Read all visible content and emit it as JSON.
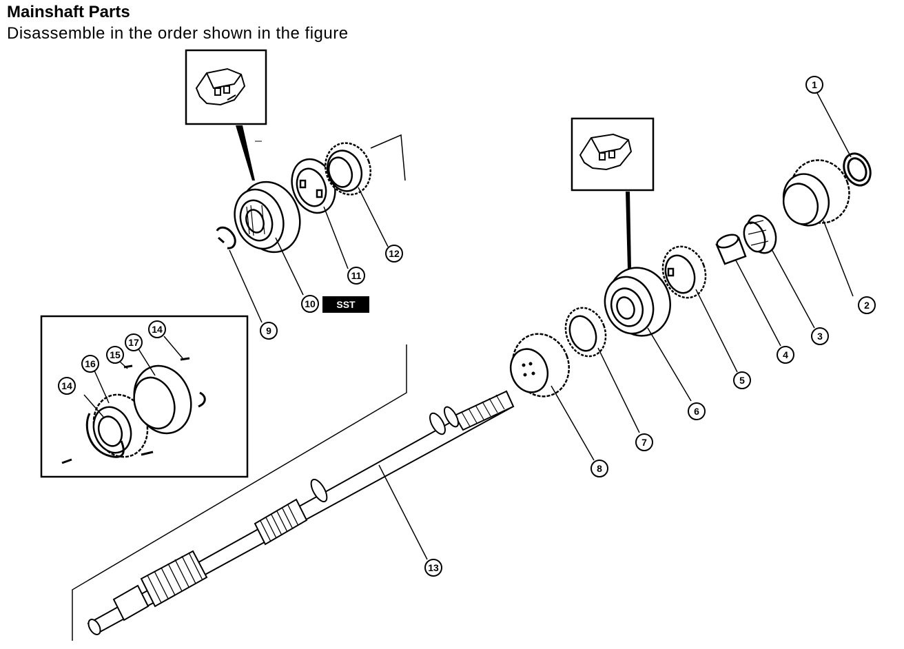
{
  "header": {
    "title": "Mainshaft Parts",
    "subtitle": "Disassemble in the order shown in the figure"
  },
  "callouts": {
    "c1": "1",
    "c2": "2",
    "c3": "3",
    "c4": "4",
    "c5": "5",
    "c6": "6",
    "c7": "7",
    "c8": "8",
    "c9": "9",
    "c10": "10",
    "c11": "11",
    "c12": "12",
    "c13": "13",
    "c14a": "14",
    "c14b": "14",
    "c15": "15",
    "c16": "16",
    "c17": "17"
  },
  "sst_badge": "SST",
  "icons": {
    "inset_tool_left": "puller-tool-icon",
    "inset_tool_right": "puller-tool-icon"
  },
  "colors": {
    "ink": "#000000",
    "paper": "#ffffff"
  }
}
